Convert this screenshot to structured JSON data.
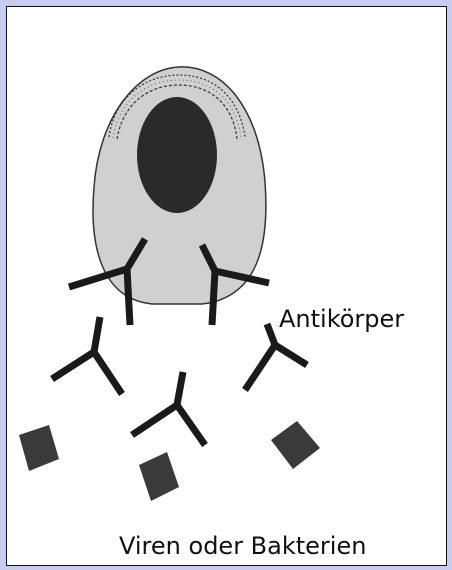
{
  "labels": {
    "antibody": "Antikörper",
    "pathogen": "Viren oder Bakterien"
  },
  "colors": {
    "frame": "#c8ccf0",
    "cell_body": "#d0d0d0",
    "nucleus": "#2a2a2a",
    "antibody": "#1a1a1a",
    "pathogen": "#3a3a3a"
  },
  "icons": {
    "cell": "plasma-cell",
    "antibody": "y-shaped-antibody",
    "pathogen": "diamond-particle"
  }
}
